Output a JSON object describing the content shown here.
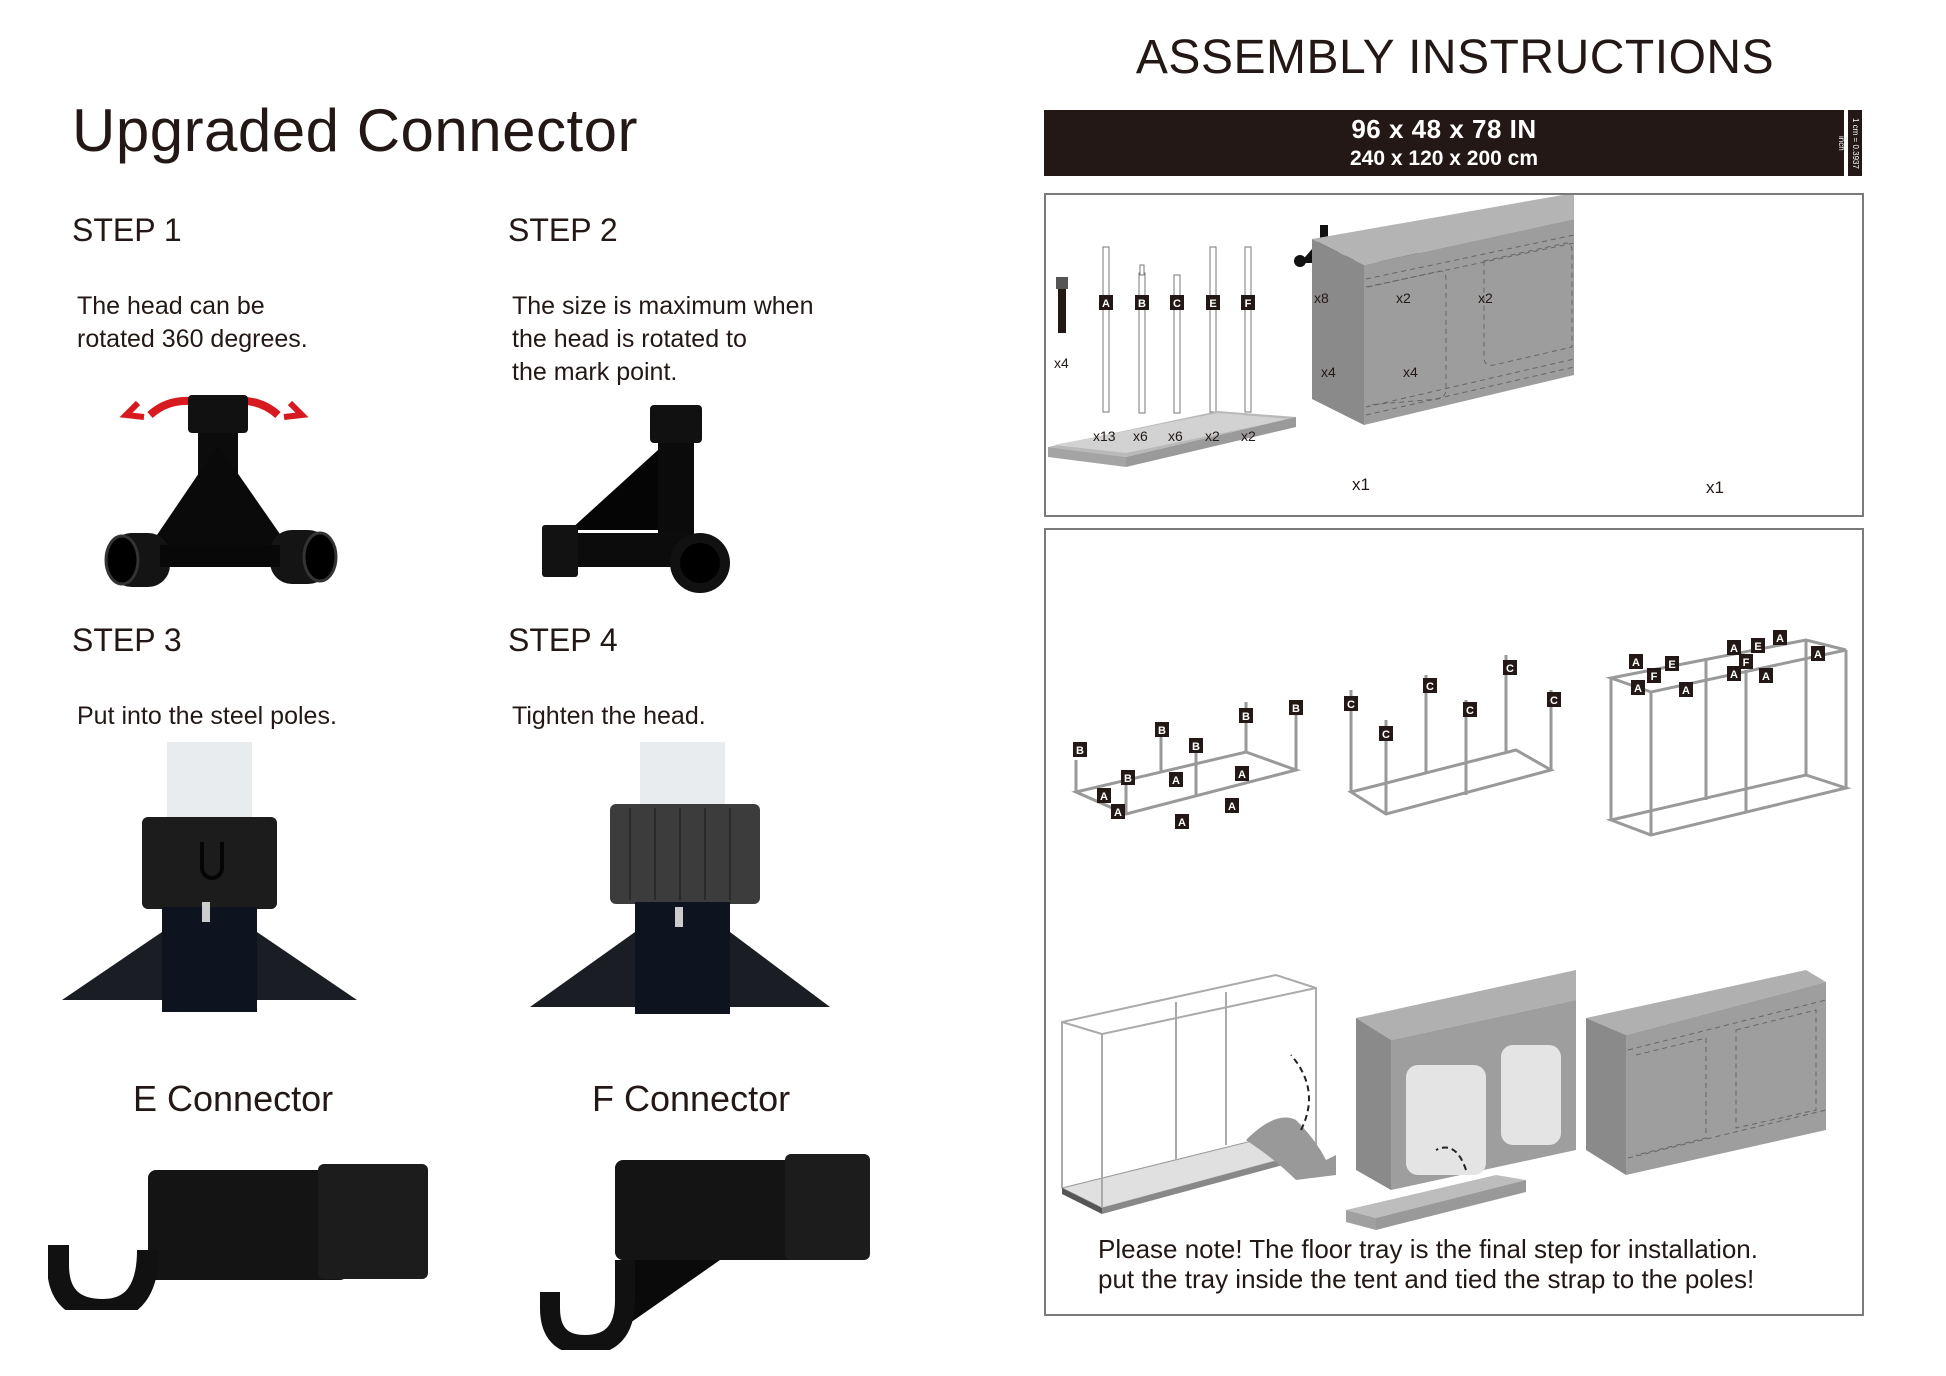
{
  "left": {
    "title": "Upgraded Connector",
    "steps": [
      {
        "heading": "STEP 1",
        "text_lines": [
          "The head can be",
          "rotated 360 degrees."
        ],
        "image": "three-way-connector-rotate-photo"
      },
      {
        "heading": "STEP 2",
        "text_lines": [
          "The size is maximum when",
          "the head is rotated to",
          "the mark point."
        ],
        "image": "corner-connector-photo"
      },
      {
        "heading": "STEP 3",
        "text_lines": [
          "Put into the steel poles."
        ],
        "image": "pole-insert-photo"
      },
      {
        "heading": "STEP 4",
        "text_lines": [
          "Tighten the head."
        ],
        "image": "pole-tighten-photo"
      }
    ],
    "connectors": [
      {
        "label": "E Connector",
        "image": "e-connector-hook-photo"
      },
      {
        "label": "F Connector",
        "image": "f-connector-hook-photo"
      }
    ]
  },
  "right": {
    "title": "ASSEMBLY INSTRUCTIONS",
    "dimensions_in": "96 x 48 x 78 IN",
    "dimensions_cm": "240 x 120 x 200 cm",
    "conversion_note": "1 cm = 0.3937 inch",
    "parts": {
      "strap": {
        "qty": "x4"
      },
      "poles": [
        {
          "label": "A",
          "qty": "x13"
        },
        {
          "label": "B",
          "qty": "x6"
        },
        {
          "label": "C",
          "qty": "x6"
        },
        {
          "label": "E",
          "qty": "x2"
        },
        {
          "label": "F",
          "qty": "x2"
        }
      ],
      "connectors": [
        {
          "type": "corner-connector",
          "qty": "x8"
        },
        {
          "type": "four-way-connector",
          "qty": "x2"
        },
        {
          "type": "t-connector",
          "qty": "x2"
        }
      ],
      "hooks": [
        {
          "type": "e-hook-connector",
          "qty": "x4"
        },
        {
          "type": "f-hook-connector",
          "qty": "x4"
        }
      ],
      "tray": {
        "qty": "x1"
      },
      "tent": {
        "qty": "x1"
      }
    },
    "assembly_labels": {
      "base": [
        "B",
        "B",
        "B",
        "B",
        "B",
        "B",
        "A",
        "A",
        "A",
        "A",
        "A",
        "A"
      ],
      "uprights": [
        "C",
        "C",
        "C",
        "C",
        "C",
        "C"
      ],
      "roof": [
        "A",
        "E",
        "A",
        "F",
        "A",
        "A",
        "E",
        "F",
        "A",
        "A",
        "A",
        "A"
      ]
    },
    "note_lines": [
      "Please note! The floor tray is the final step for installation.",
      "put the tray inside the tent and tied the strap to the poles!"
    ]
  }
}
